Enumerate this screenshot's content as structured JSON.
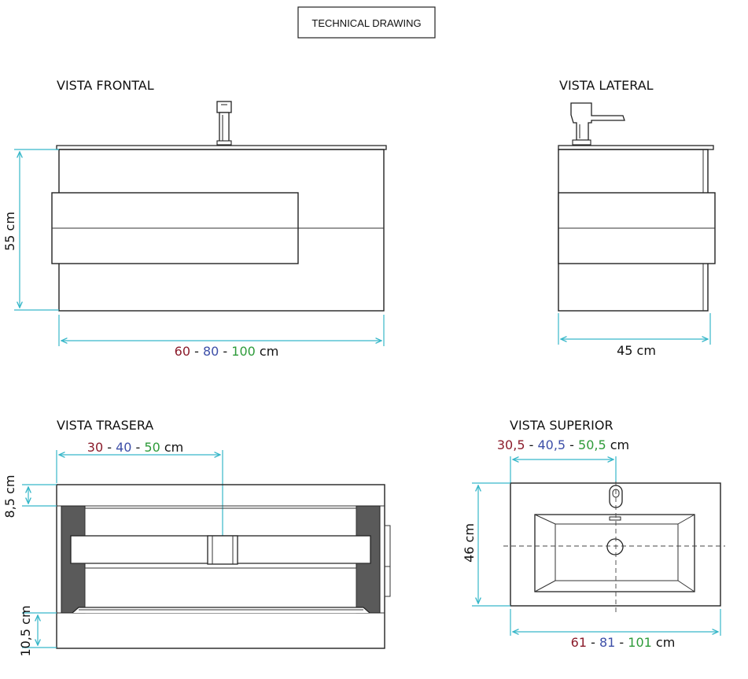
{
  "title": "TECHNICAL DRAWING",
  "colors": {
    "dimension_line": "#37b7c9",
    "size_small": "#8b1c2b",
    "size_medium": "#3d4fa8",
    "size_large": "#2e9b3a",
    "panel_dark": "#5a5a5a"
  },
  "views": {
    "front": {
      "label": "VISTA FRONTAL",
      "height": "55 cm",
      "width": {
        "small": "60",
        "medium": "80",
        "large": "100",
        "sep": " - ",
        "unit": " cm"
      }
    },
    "side": {
      "label": "VISTA LATERAL",
      "depth": "45 cm"
    },
    "rear": {
      "label": "VISTA TRASERA",
      "offset": {
        "small": "30",
        "medium": "40",
        "large": "50",
        "sep": " - ",
        "unit": " cm"
      },
      "top_gap": "8,5 cm",
      "bottom_gap": "10,5 cm"
    },
    "top": {
      "label": "VISTA SUPERIOR",
      "offset": {
        "small": "30,5",
        "medium": "40,5",
        "large": "50,5",
        "sep": " - ",
        "unit": " cm"
      },
      "depth": "46 cm",
      "width": {
        "small": "61",
        "medium": "81",
        "large": "101",
        "sep": " - ",
        "unit": " cm"
      }
    }
  }
}
